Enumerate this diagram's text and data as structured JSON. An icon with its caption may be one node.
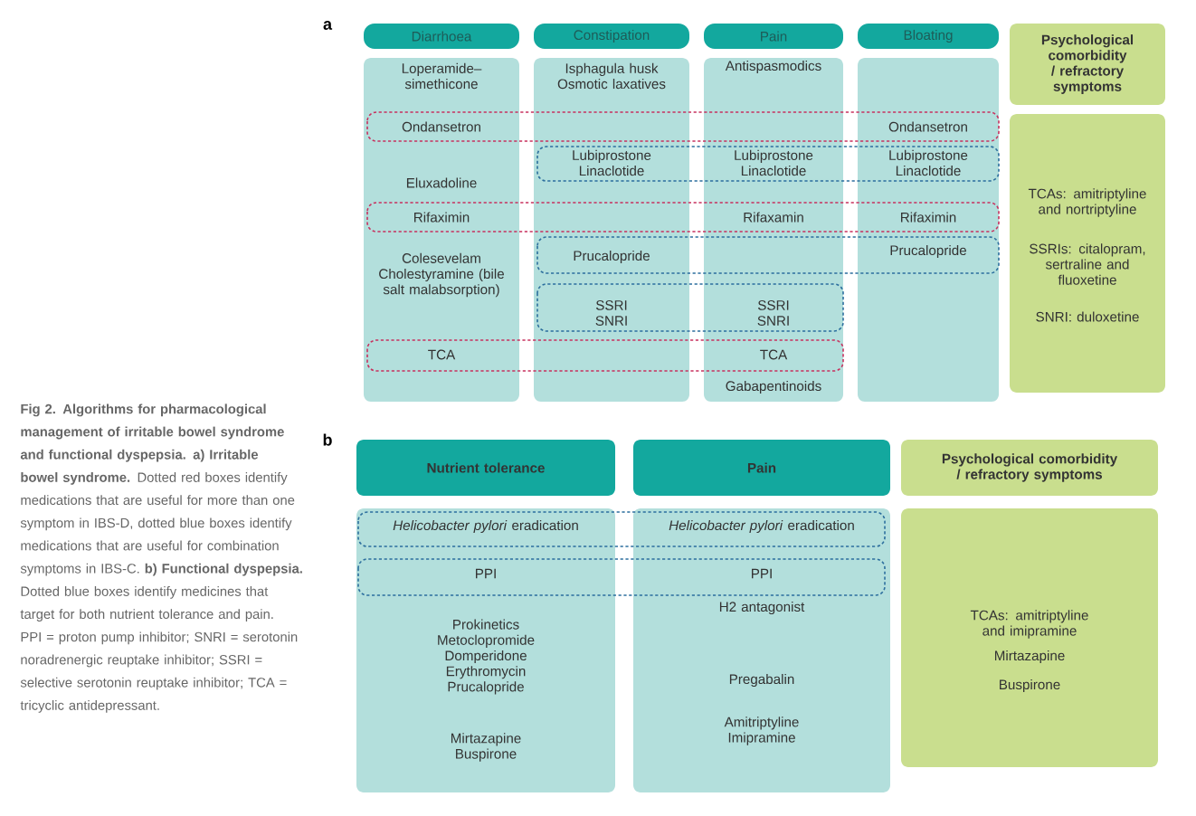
{
  "diagram": {
    "caption": "**Fig 2. Algorithms for pharmacological management of irritable bowel syndrome and functional dyspepsia. a) Irritable bowel syndrome.** Dotted red boxes identify medications that are useful for more than one symptom in IBS-D, dotted blue boxes identify medications that are useful for combination symptoms in IBS-C. **b) Functional dyspepsia.** Dotted blue boxes identify medicines that target for both nutrient tolerance and pain. PPI = proton pump inhibitor; SNRI = serotonin noradrenergic reuptake inhibitor; SSRI = selective serotonin reuptake inhibitor; TCA = tricyclic antidepressant.",
    "nodes": [
      {
        "text": [
          "Diarrhoea"
        ]
      },
      {
        "text": [
          "Constipation"
        ]
      },
      {
        "text": [
          "Pain"
        ]
      },
      {
        "text": [
          "Bloating"
        ]
      },
      {
        "text": [
          "Psychological comorbidity / refractory symptoms"
        ]
      },
      {
        "text": [
          "Loperamide–simethicone",
          "Ondansetron",
          "Eluxadoline",
          "Rifaximin",
          "Colesevelam Cholestyramine (bile salt malabsorption)",
          "TCA"
        ]
      },
      {
        "text": [
          "Isphagula husk Osmotic laxatives",
          "Lubiprostone Linaclotide",
          "Prucalopride",
          "SSRI SNRI"
        ]
      },
      {
        "text": [
          "Antispasmodics",
          "Lubiprostone Linaclotide",
          "Rifaxamin",
          "SSRI SNRI",
          "TCA",
          "Gabapentinoids"
        ]
      },
      {
        "text": [
          "Ondansetron",
          "Lubiprostone Linaclotide",
          "Rifaximin",
          "Prucalopride"
        ]
      },
      {
        "text": [
          "TCAs: amitriptyline and nortriptyline",
          "SSRIs: citalopram, sertraline and fluoxetine",
          "SNRI: duloxetine"
        ]
      },
      {
        "text": [
          "Nutrient tolerance"
        ]
      },
      {
        "text": [
          "Pain"
        ]
      },
      {
        "text": [
          "Psychological comorbidity / refractory symptoms"
        ]
      },
      {
        "text": [
          "*Helicobacter pylori* eradication",
          "PPI",
          "Prokinetics Metoclopromide Domperidone Erythromycin Prucalopride",
          "Mirtazapine Buspirone"
        ]
      },
      {
        "text": [
          "*Helicobacter pylori* eradication",
          "PPI",
          "H2 antagonist",
          "Pregabalin",
          "Amitriptyline Imipramine"
        ]
      },
      {
        "text": [
          "TCAs: amitriptyline and imipramine",
          "Mirtazapine",
          "Buspirone"
        ]
      }
    ],
    "labels": [
      "a",
      "b"
    ]
  }
}
